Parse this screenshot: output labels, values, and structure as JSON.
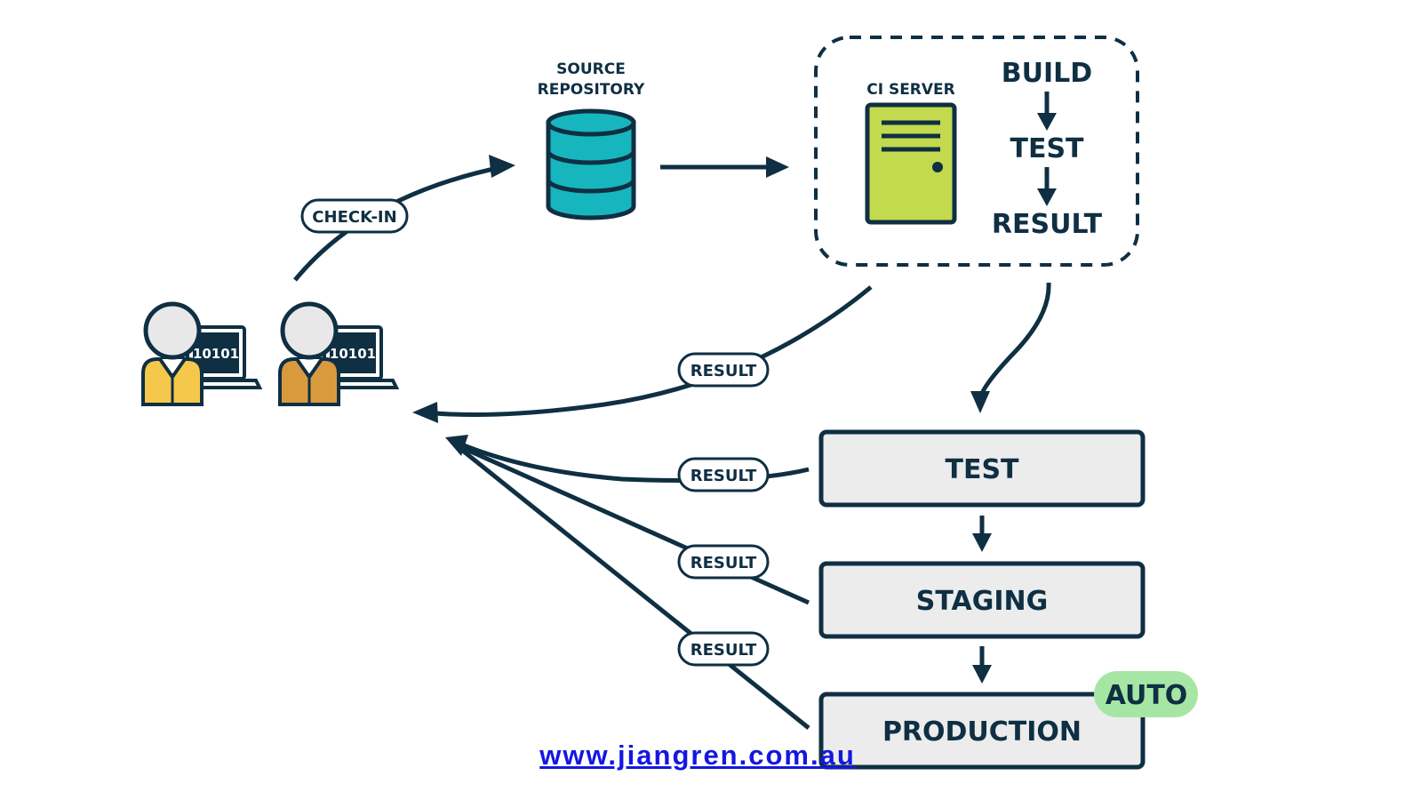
{
  "labels": {
    "source_repository_line1": "SOURCE",
    "source_repository_line2": "REPOSITORY",
    "ci_server": "CI SERVER",
    "build": "BUILD",
    "test": "TEST",
    "result": "RESULT",
    "check_in": "CHECK-IN",
    "laptop_code": "10101"
  },
  "pipeline": {
    "stages": [
      "TEST",
      "STAGING",
      "PRODUCTION"
    ],
    "auto_badge": "AUTO"
  },
  "result_pills": [
    "RESULT",
    "RESULT",
    "RESULT",
    "RESULT"
  ],
  "footer": {
    "link": "www.jiangren.com.au"
  },
  "colors": {
    "ink": "#0f2f43",
    "database": "#17b6bf",
    "server": "#c3d94e",
    "stage_fill": "#ececec",
    "auto_badge": "#a6e6a4",
    "dev1_shirt": "#f5c84c",
    "dev2_shirt": "#d99a3e",
    "link": "#1417e0"
  }
}
